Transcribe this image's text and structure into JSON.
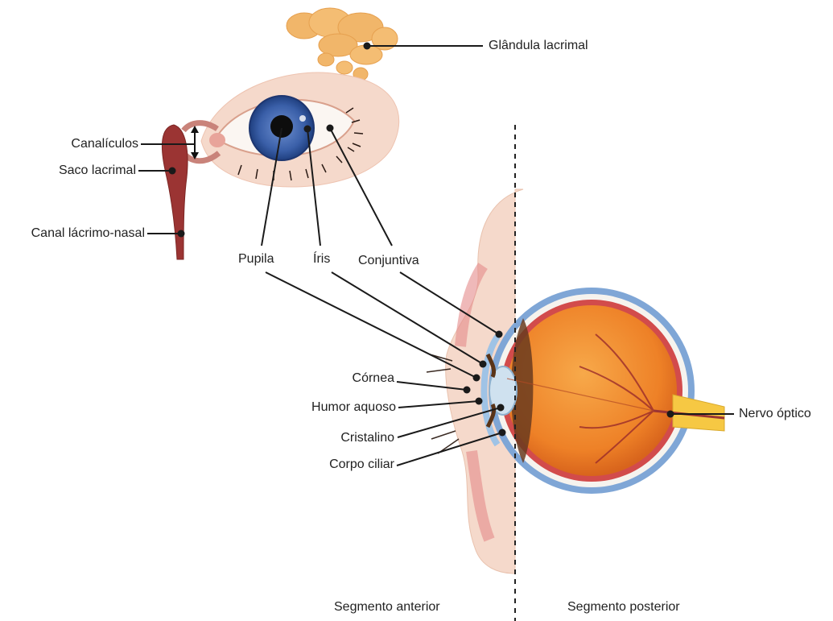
{
  "labels": {
    "glandula": "Glândula lacrimal",
    "canaliculos": "Canalículos",
    "saco": "Saco lacrimal",
    "canal": "Canal lácrimo-nasal",
    "pupila": "Pupila",
    "iris": "Íris",
    "conjuntiva": "Conjuntiva",
    "cornea": "Córnea",
    "humor": "Humor aquoso",
    "cristalino": "Cristalino",
    "corpo": "Corpo ciliar",
    "nervo": "Nervo óptico",
    "seg_anterior": "Segmento anterior",
    "seg_posterior": "Segmento posterior"
  },
  "colors": {
    "skin": "#f3d3c2",
    "skin_dark": "#e8b9a2",
    "iris": "#3a5fa8",
    "gland": "#f1b66a",
    "duct": "#9b3433",
    "globe": "#f08a2a",
    "sclera": "#f6f3ee",
    "nerve": "#f6c843",
    "line": "#1a1a1a"
  }
}
